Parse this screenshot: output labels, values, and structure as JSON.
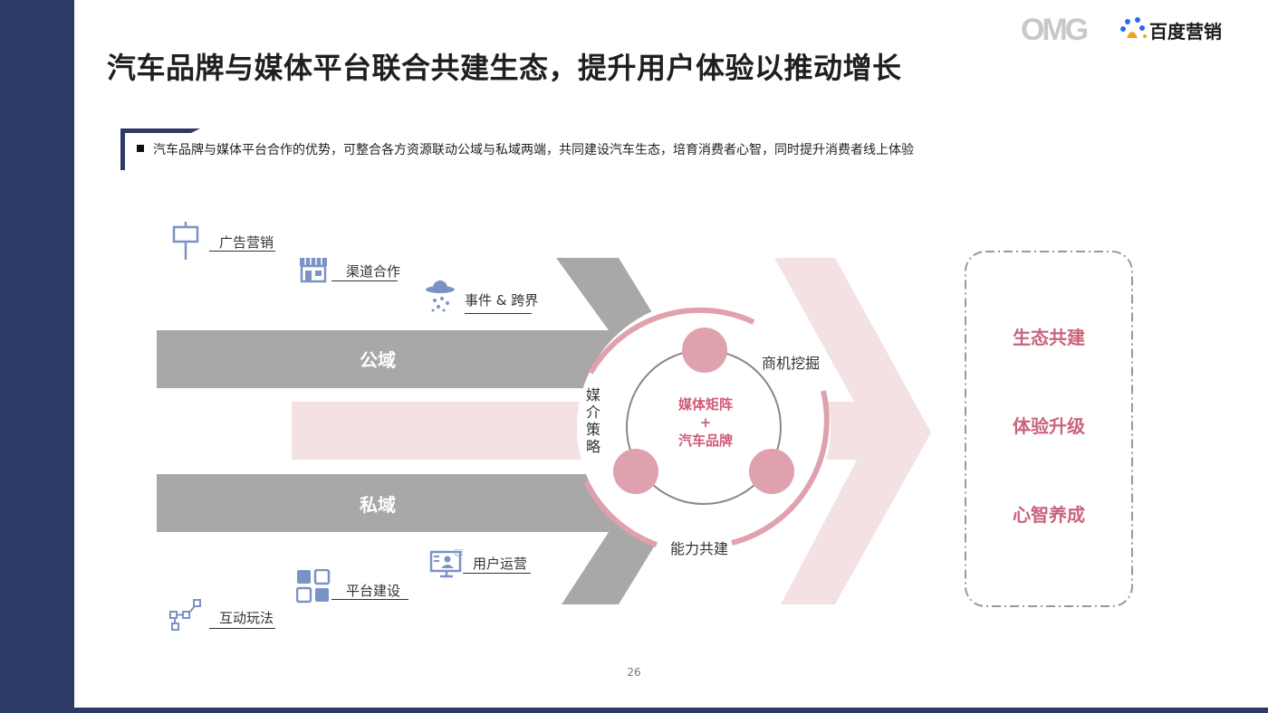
{
  "header": {
    "title": "汽车品牌与媒体平台联合共建生态，提升用户体验以推动增长",
    "logo_omg": "OMG",
    "logo_baidu": "百度营销"
  },
  "subtitle": {
    "text": "汽车品牌与媒体平台合作的优势，可整合各方资源联动公域与私域两端，共同建设汽车生态，培育消费者心智，同时提升消费者线上体验"
  },
  "diagram": {
    "public_label": "公域",
    "private_label": "私域",
    "top_items": [
      {
        "label": "广告营销",
        "icon": "signpost-icon"
      },
      {
        "label": "渠道合作",
        "icon": "storefront-icon"
      },
      {
        "label": "事件 & 跨界",
        "icon": "ufo-icon"
      }
    ],
    "bottom_items": [
      {
        "label": "用户运营",
        "icon": "user-screen-icon"
      },
      {
        "label": "平台建设",
        "icon": "grid-icon"
      },
      {
        "label": "互动玩法",
        "icon": "network-icon"
      }
    ],
    "center": {
      "line1": "媒体矩阵",
      "line2": "+",
      "line3": "汽车品牌"
    },
    "ring_labels": {
      "left": "媒介策略",
      "top_right": "商机挖掘",
      "bottom": "能力共建"
    },
    "outcomes": [
      "生态共建",
      "体验升级",
      "心智养成"
    ],
    "colors": {
      "gray": "#a8a8a8",
      "pink_light": "#f4e1e4",
      "pink_circle": "#e0a1ae",
      "pink_text": "#c9647c",
      "navy": "#2c3a66"
    }
  },
  "page_number": "26"
}
